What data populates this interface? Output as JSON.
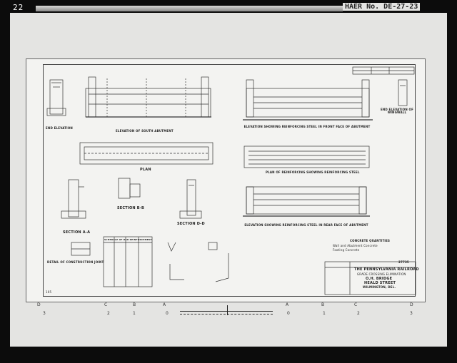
{
  "header": {
    "sheet_number": "22",
    "haer_id": "HAER No. DE-27-23"
  },
  "drawing": {
    "views": {
      "end_elevation": "END ELEVATION",
      "elevation_south": "ELEVATION OF SOUTH ABUTMENT",
      "elev_reinf_face": "ELEVATION SHOWING REINFORCING STEEL IN FRONT FACE OF ABUTMENT",
      "end_elev_wingwall": "END ELEVATION OF WINGWALL",
      "plan": "PLAN",
      "plan_reinf": "PLAN OF REINFORCING SHOWING REINFORCING STEEL",
      "section_aa": "SECTION A-A",
      "section_bb": "SECTION B-B",
      "section_dd": "SECTION D-D",
      "elev_reinf_rear": "ELEVATION SHOWING REINFORCING STEEL IN REAR FACE OF ABUTMENT",
      "detail_joint": "DETAIL OF CONSTRUCTION JOINT",
      "schedule_title": "SCHEDULE OF BAR REINFORCEMENT",
      "concrete_quantities": "CONCRETE QUANTITIES",
      "conc_line1": "Wall and Abutment Concrete",
      "conc_line2": "Footing Concrete"
    },
    "title_block": {
      "railroad": "THE PENNSYLVANIA RAILROAD",
      "project": "GRADE CROSSING ELIMINATION",
      "bridge": "O.H. BRIDGE",
      "street": "HEALD STREET",
      "city": "WILMINGTON, DEL.",
      "drawing_no": "27735"
    },
    "ruler": {
      "letters": [
        "D",
        "C",
        "B",
        "A",
        "",
        "A",
        "B",
        "C",
        "D"
      ],
      "numbers": [
        "3",
        "2",
        "1",
        "0",
        "",
        "0",
        "1",
        "2",
        "3"
      ]
    },
    "corner_mark": "105"
  }
}
